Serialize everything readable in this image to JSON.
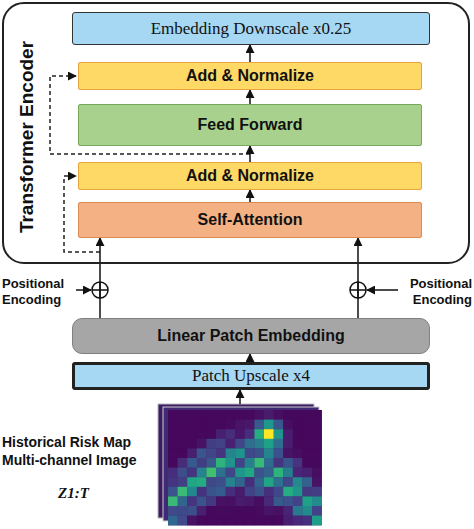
{
  "diagram": {
    "nodes": [
      {
        "text": [
          "Transformer Encoder"
        ]
      },
      {
        "text": [
          "Embedding Downscale x0.25"
        ],
        "in": 0
      },
      {
        "text": [
          "Add & Normalize"
        ],
        "in": 0
      },
      {
        "text": [
          "Feed Forward"
        ],
        "in": 0
      },
      {
        "text": [
          "Add & Normalize"
        ],
        "in": 0
      },
      {
        "text": [
          "Self-Attention"
        ],
        "in": 0
      },
      {
        "text": [
          "Linear Patch Embedding"
        ]
      },
      {
        "text": [
          "Patch Upscale x4"
        ]
      },
      {
        "text": [
          "Historical Risk Map Multi-channel Image",
          "Z1:T"
        ]
      }
    ],
    "edges": [
      {
        "from": 8,
        "to": 7,
        "arrow": "to"
      },
      {
        "from": 7,
        "to": 6,
        "arrow": "to"
      },
      {
        "from": 6,
        "to": 5,
        "arrow": "to"
      },
      {
        "from": 6,
        "to": 5,
        "arrow": "to"
      },
      {
        "from": 5,
        "to": 4,
        "arrow": "to"
      },
      {
        "from": 4,
        "to": 3,
        "arrow": "to"
      },
      {
        "from": 3,
        "to": 2,
        "arrow": "to"
      },
      {
        "from": 2,
        "to": 1,
        "arrow": "to"
      }
    ],
    "labels": [
      "Positional Encoding",
      "Positional Encoding"
    ]
  }
}
